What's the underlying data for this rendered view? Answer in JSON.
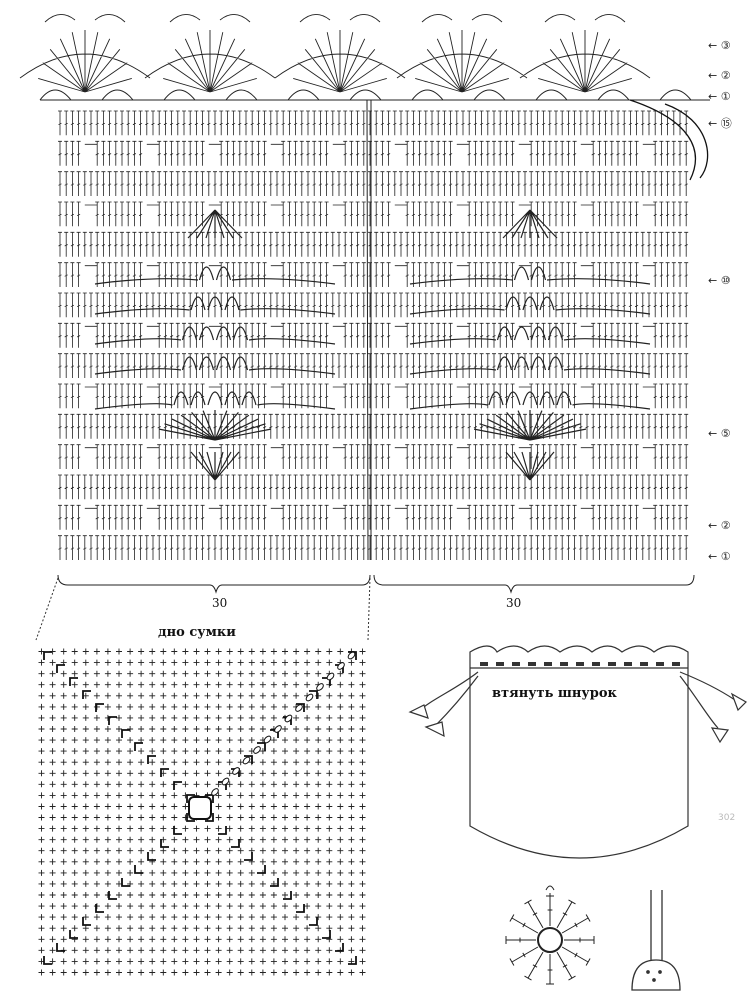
{
  "top_chart": {
    "row_markers": [
      "← ③",
      "← ②",
      "← ①",
      "← ⑮",
      "← ⑩",
      "← ⑤",
      "← ②",
      "← ①"
    ],
    "repeat_labels": [
      "30",
      "30"
    ]
  },
  "bottom_square": {
    "title": "дно сумки"
  },
  "bag": {
    "caption": "втянуть шнурок"
  }
}
